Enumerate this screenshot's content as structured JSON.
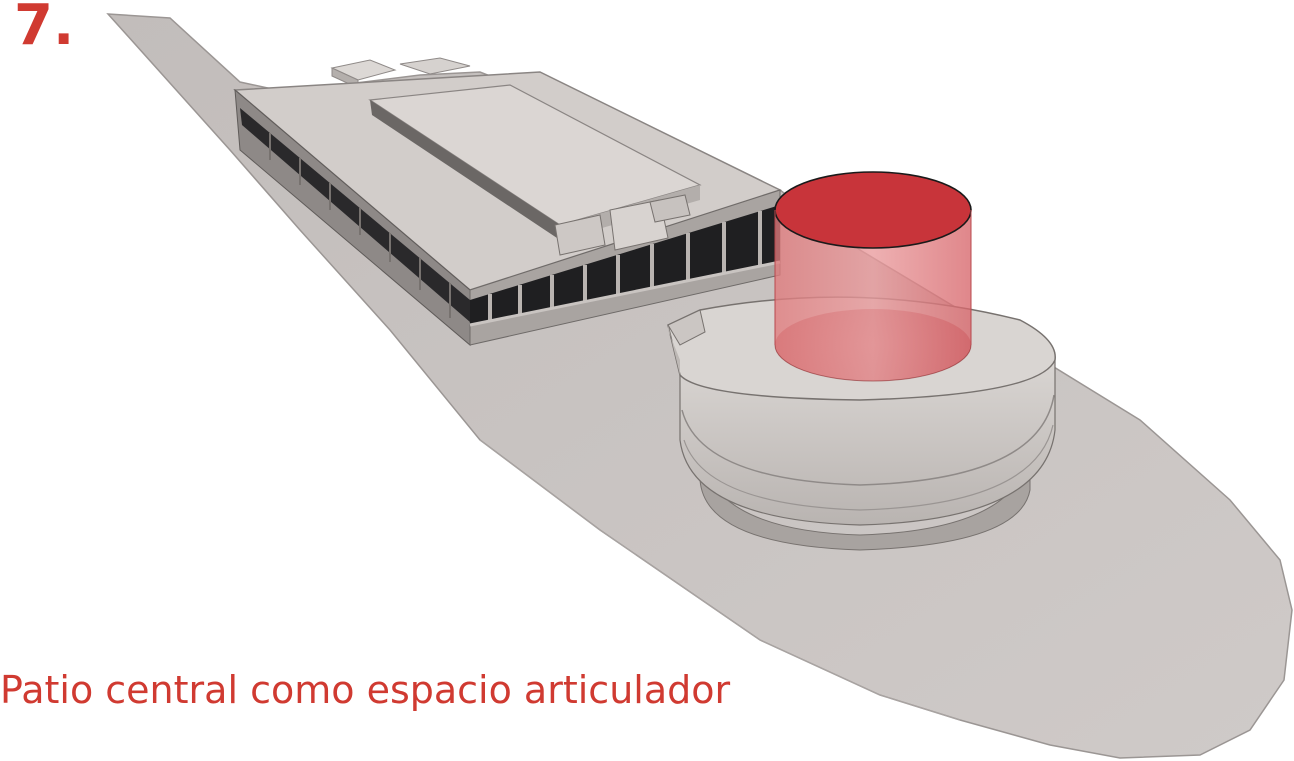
{
  "figure": {
    "step_number": "7.",
    "caption": "Patio central como espacio articulador"
  },
  "colors": {
    "accent": "#d03a31",
    "highlight_volume": "#c8252b",
    "ground": "#cbc6c4",
    "building": "#d3cecb",
    "building_shadow": "#8f8a88",
    "window": "#1f1f21"
  },
  "elements": [
    {
      "name": "ground-slab",
      "description_hidden": true
    },
    {
      "name": "linear-building-block"
    },
    {
      "name": "circular-building"
    },
    {
      "name": "central-patio-cylinder"
    }
  ]
}
